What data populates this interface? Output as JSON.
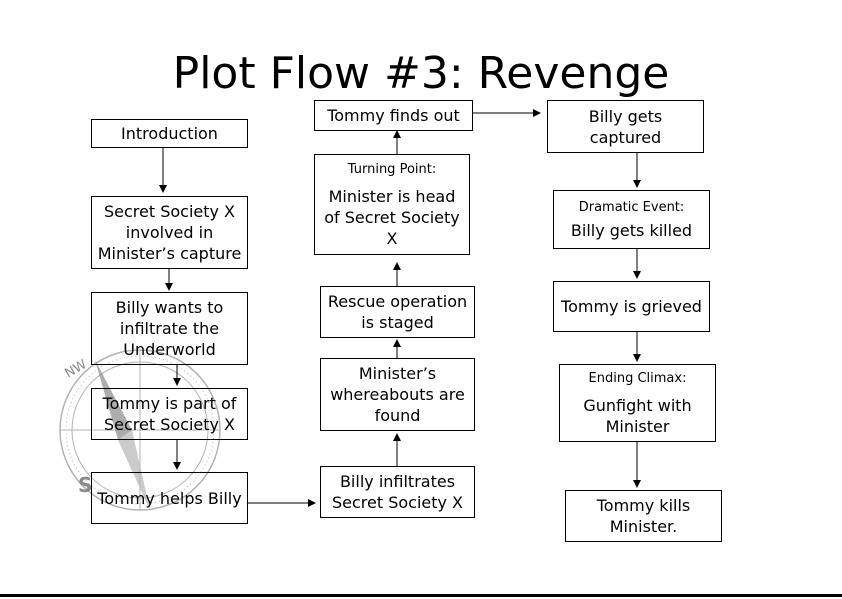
{
  "title": "Plot Flow #3: Revenge",
  "nodes": {
    "introduction": "Introduction",
    "secret_society": "Secret Society X involved in Minister’s capture",
    "billy_wants": "Billy wants to infiltrate the Underworld",
    "tommy_part": "Tommy is part of Secret Society X",
    "tommy_helps": "Tommy helps Billy",
    "billy_infiltrates": "Billy infiltrates Secret Society X",
    "whereabouts": "Minister’s whereabouts are found",
    "rescue": "Rescue operation is staged",
    "turning_point": {
      "label": "Turning Point:",
      "text": "Minister is head of Secret Society X"
    },
    "tommy_finds": "Tommy finds out",
    "billy_captured": "Billy gets captured",
    "dramatic_event": {
      "label": "Dramatic Event:",
      "text": "Billy gets killed"
    },
    "tommy_grieved": "Tommy is grieved",
    "ending_climax": {
      "label": "Ending Climax:",
      "text": "Gunfight with Minister"
    },
    "tommy_kills": "Tommy kills Minister."
  }
}
